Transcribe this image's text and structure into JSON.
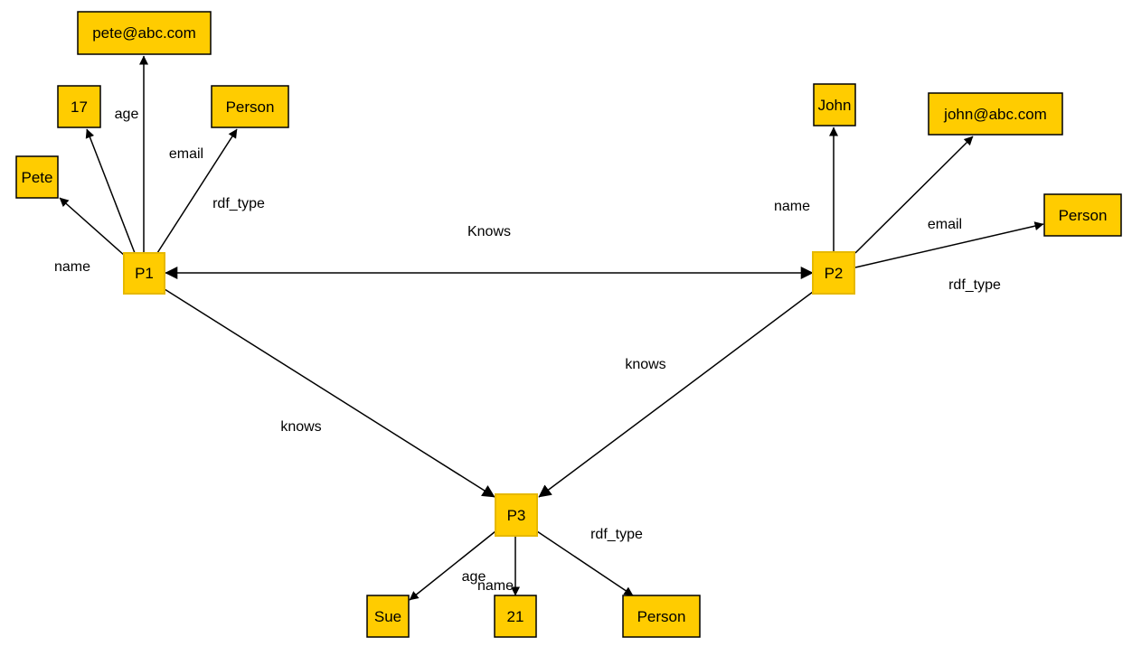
{
  "diagram": {
    "colors": {
      "node_fill": "#FFCC00",
      "node_border": "#000000",
      "hub_border": "#E6B800",
      "edge": "#000000",
      "background": "#FFFFFF"
    },
    "nodes": {
      "p1": "P1",
      "p2": "P2",
      "p3": "P3",
      "p1_email": "pete@abc.com",
      "p1_age": "17",
      "p1_type": "Person",
      "p1_name": "Pete",
      "p2_name": "John",
      "p2_email": "john@abc.com",
      "p2_type": "Person",
      "p3_name": "Sue",
      "p3_age": "21",
      "p3_type": "Person"
    },
    "edge_labels": {
      "p1_name": "name",
      "p1_age": "age",
      "p1_email": "email",
      "p1_type": "rdf_type",
      "p1_p2": "Knows",
      "p1_p3": "knows",
      "p2_name": "name",
      "p2_email": "email",
      "p2_type": "rdf_type",
      "p2_p3": "knows",
      "p3_type": "rdf_type",
      "p3_age": "age",
      "p3_name": "name"
    }
  }
}
